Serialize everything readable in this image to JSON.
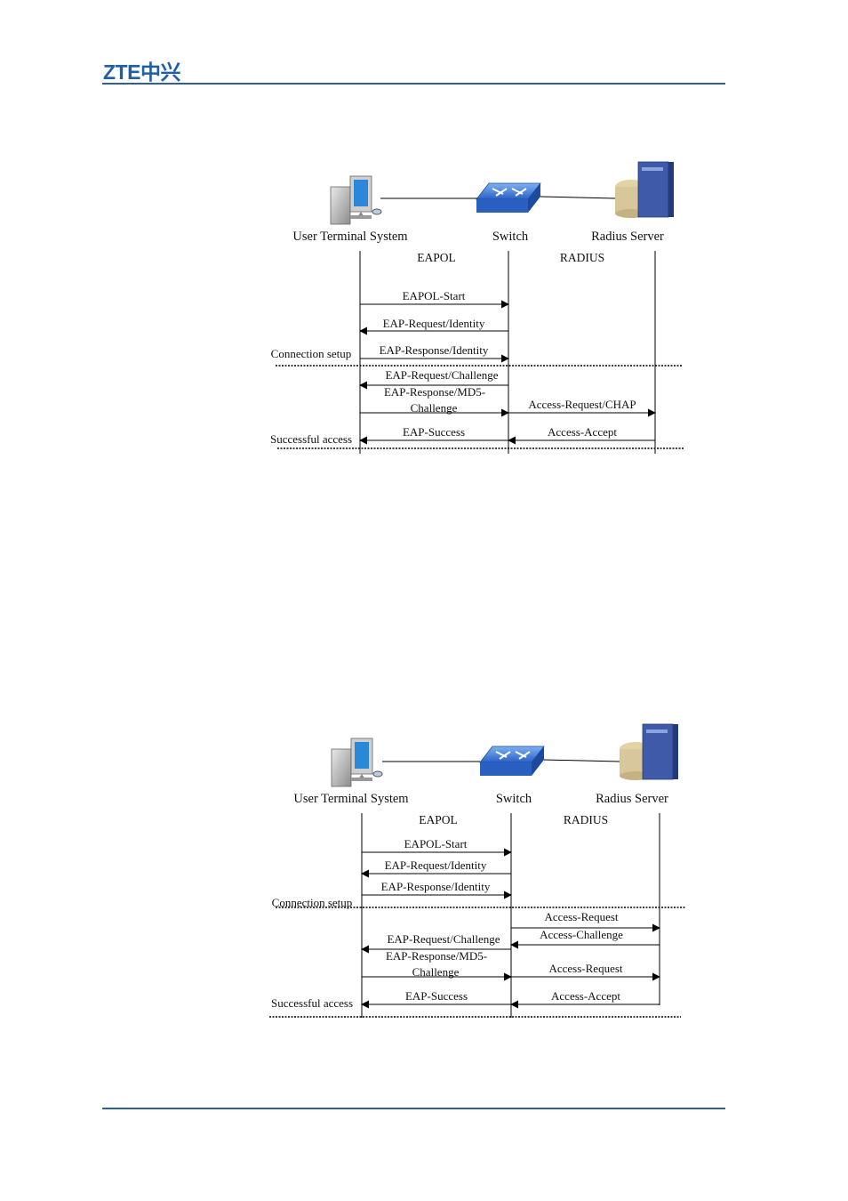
{
  "header": {
    "logo_text": "ZTE中兴"
  },
  "colors": {
    "header_rule": "#2e5f9e",
    "logo": "#1f5fa8",
    "switch": "#3b78d8",
    "server": "#3f5aa8",
    "server_base": "#d8c79a"
  },
  "diagrams": [
    {
      "actors": {
        "terminal": {
          "label": "User Terminal System",
          "icon": "computer-icon"
        },
        "switch": {
          "label": "Switch",
          "icon": "switch-icon"
        },
        "server": {
          "label": "Radius Server",
          "icon": "server-icon"
        }
      },
      "protocols": {
        "left": "EAPOL",
        "right": "RADIUS"
      },
      "phases": {
        "setup": "Connection setup",
        "success": "Successful access"
      },
      "messages": [
        {
          "text": "EAPOL-Start"
        },
        {
          "text": "EAP-Request/Identity"
        },
        {
          "text": "EAP-Response/Identity"
        },
        {
          "text": "EAP-Request/Challenge"
        },
        {
          "text": "EAP-Response/MD5-"
        },
        {
          "text": "Challenge"
        },
        {
          "text": "Access-Request/CHAP"
        },
        {
          "text": "EAP-Success"
        },
        {
          "text": "Access-Accept"
        }
      ]
    },
    {
      "actors": {
        "terminal": {
          "label": "User Terminal System",
          "icon": "computer-icon"
        },
        "switch": {
          "label": "Switch",
          "icon": "switch-icon"
        },
        "server": {
          "label": "Radius Server",
          "icon": "server-icon"
        }
      },
      "protocols": {
        "left": "EAPOL",
        "right": "RADIUS"
      },
      "phases": {
        "setup": "Connection setup",
        "success": "Successful access"
      },
      "messages": [
        {
          "text": "EAPOL-Start"
        },
        {
          "text": "EAP-Request/Identity"
        },
        {
          "text": "EAP-Response/Identity"
        },
        {
          "text": "Access-Request"
        },
        {
          "text": "Access-Challenge"
        },
        {
          "text": "EAP-Request/Challenge"
        },
        {
          "text": "EAP-Response/MD5-"
        },
        {
          "text": "Challenge"
        },
        {
          "text": "Access-Request"
        },
        {
          "text": "EAP-Success"
        },
        {
          "text": "Access-Accept"
        }
      ]
    }
  ]
}
